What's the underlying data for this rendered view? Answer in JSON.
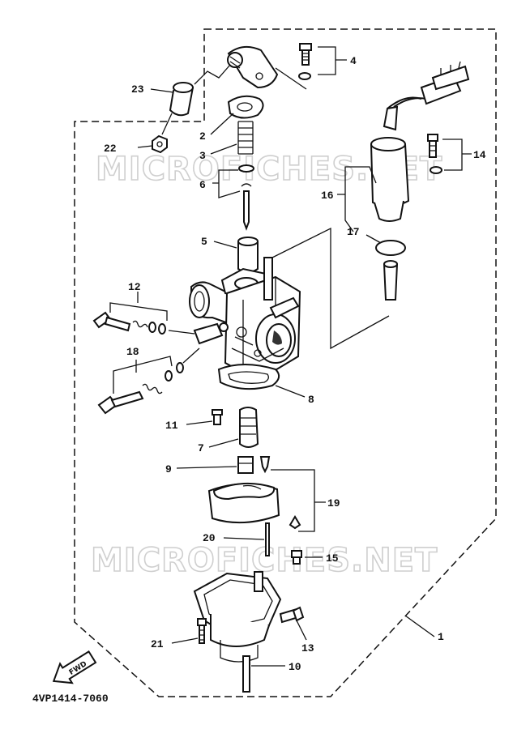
{
  "watermark": "MICROFICHES.NET",
  "diagram_code": "4VP1414-7060",
  "fwd_label": "FWD",
  "callouts": {
    "c1": "1",
    "c2": "2",
    "c3": "3",
    "c4": "4",
    "c5": "5",
    "c6": "6",
    "c7": "7",
    "c8": "8",
    "c9": "9",
    "c10": "10",
    "c11": "11",
    "c12": "12",
    "c13": "13",
    "c14": "14",
    "c15": "15",
    "c16": "16",
    "c17": "17",
    "c18": "18",
    "c19": "19",
    "c20": "20",
    "c21": "21",
    "c22": "22",
    "c23": "23"
  }
}
